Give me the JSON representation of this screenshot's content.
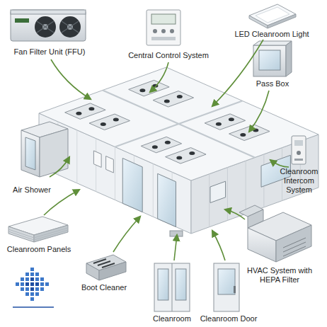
{
  "diagram": {
    "labels": [
      "Fan Filter Unit (FFU)",
      "Central Control System",
      "LED Cleanroom Light",
      "Pass Box",
      "Air Shower",
      "Cleanroom Intercom System",
      "Cleanroom Panels",
      "HVAC System with HEPA Filter",
      "Boot Cleaner",
      "Cleanroom",
      "Cleanroom Door"
    ]
  }
}
